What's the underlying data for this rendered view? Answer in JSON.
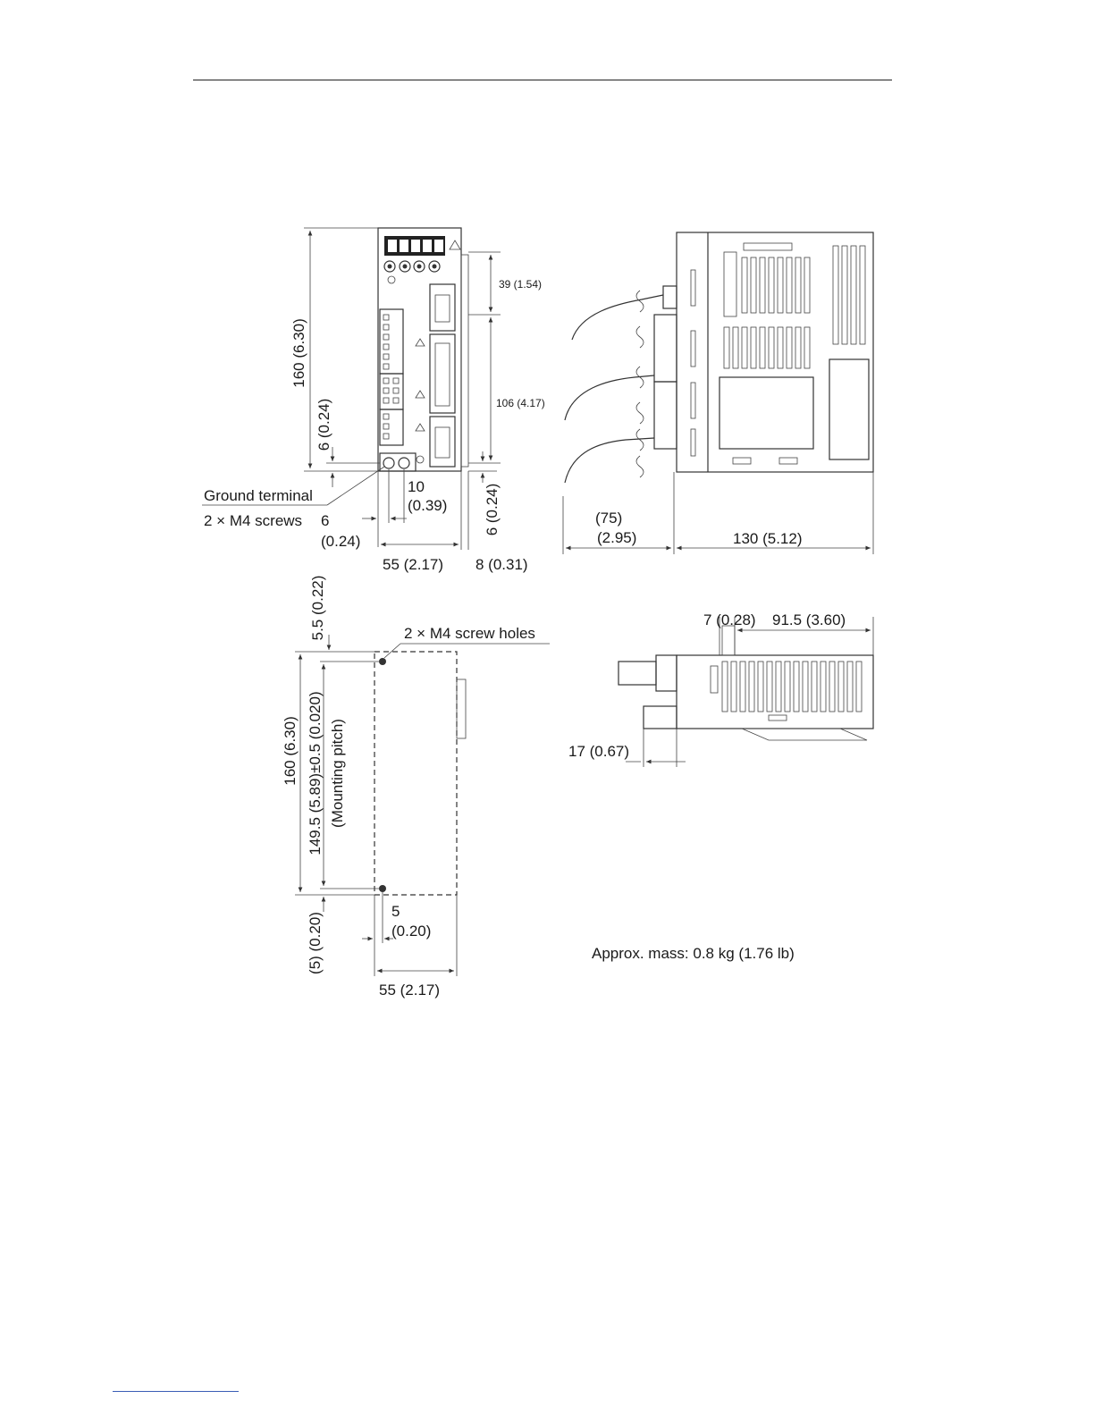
{
  "drawing": {
    "front_view": {
      "height_label": "160 (6.30)",
      "top_offset_label": "39 (1.54)",
      "middle_label": "106 (4.17)",
      "bottom_offset_left": "6 (0.24)",
      "bottom_offset_right": "6 (0.24)",
      "ground_terminal": "Ground terminal",
      "m4_screws": "2 × M4 screws",
      "screw_offset_value": "6",
      "screw_offset_inch": "(0.24)",
      "ground_pitch_value": "10",
      "ground_pitch_inch": "(0.39)",
      "width_label": "55 (2.17)",
      "side_depth_label": "8 (0.31)"
    },
    "side_view": {
      "cable_label_value": "(75)",
      "cable_label_inch": "(2.95)",
      "depth_label": "130 (5.12)"
    },
    "mounting_view": {
      "top_margin_label": "5.5 (0.22)",
      "screw_holes": "2 × M4 screw holes",
      "height_label": "160 (6.30)",
      "pitch_label": "149.5 (5.89)±0.5 (0.020)",
      "pitch_caption": "(Mounting pitch)",
      "bottom_margin_label": "(5) (0.20)",
      "hole_offset_value": "5",
      "hole_offset_inch": "(0.20)",
      "width_label": "55 (2.17)"
    },
    "bottom_view": {
      "offset_label": "7 (0.28)",
      "length_label": "91.5 (3.60)",
      "cable_label": "17 (0.67)"
    },
    "mass_note": "Approx. mass: 0.8 kg (1.76 lb)"
  }
}
